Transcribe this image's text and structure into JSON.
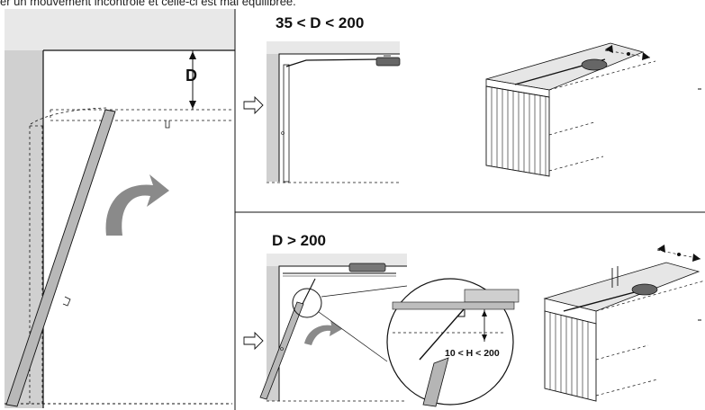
{
  "header_text": "er un mouvement incontrôlé et celle-ci est mal équilibrée.",
  "left_panel": {
    "dimension_label": "D"
  },
  "case_top": {
    "condition_label": "35 < D < 200"
  },
  "case_bottom": {
    "condition_label": "D > 200",
    "inset_label": "10 < H < 200"
  },
  "colors": {
    "line": "#111111",
    "ceiling_fill": "#e8e8e8",
    "wall_fill": "#d0d0d0",
    "arrow_fill": "#8a8a8a"
  }
}
